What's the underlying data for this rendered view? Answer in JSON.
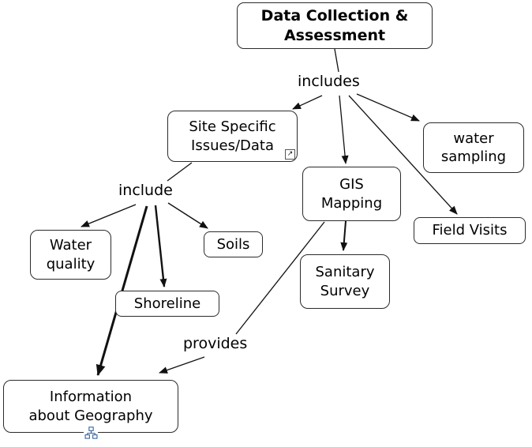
{
  "nodes": {
    "root": "Data Collection &\nAssessment",
    "site_specific": "Site Specific\nIssues/Data",
    "gis_mapping": "GIS\nMapping",
    "water_sampling": "water\nsampling",
    "field_visits": "Field Visits",
    "water_quality": "Water\nquality",
    "soils": "Soils",
    "shoreline": "Shoreline",
    "sanitary_survey": "Sanitary\nSurvey",
    "info_geography": "Information\nabout Geography"
  },
  "linking_phrases": {
    "includes": "includes",
    "include": "include",
    "provides": "provides"
  },
  "icons": {
    "link_annotation": "↗"
  },
  "edges": [
    {
      "from": "Data Collection & Assessment",
      "phrase": "includes",
      "to": [
        "Site Specific Issues/Data",
        "GIS Mapping",
        "water sampling",
        "Field Visits"
      ]
    },
    {
      "from": "Site Specific Issues/Data",
      "phrase": "include",
      "to": [
        "Water quality",
        "Soils",
        "Shoreline",
        "Information about Geography"
      ]
    },
    {
      "from": "GIS Mapping",
      "phrase": "",
      "to": [
        "Sanitary Survey"
      ]
    },
    {
      "from": "GIS Mapping",
      "phrase": "provides",
      "to": [
        "Information about Geography"
      ]
    }
  ],
  "colors": {
    "border": "#2b2b2b",
    "text": "#000000",
    "line": "#111111",
    "annotation_blue": "#2e5f9e",
    "background": "#ffffff"
  }
}
